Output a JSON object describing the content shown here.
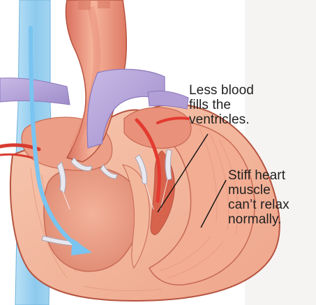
{
  "diagram": {
    "labels": {
      "less_blood": {
        "lines": [
          "Less blood",
          "fills the",
          "ventricles."
        ]
      },
      "stiff_muscle": {
        "lines": [
          "Stiff heart",
          "muscle",
          "can’t relax",
          "normally."
        ]
      }
    },
    "colors": {
      "background": "#ffffff",
      "pale_panel": "#f6f4f3",
      "heart_muscle": "#f3b79c",
      "heart_muscle_dark": "#d9826c",
      "heart_outline": "#b6533f",
      "aorta": "#ef9a82",
      "pulmonary_vessel": "#b6a4d8",
      "vena_cava": "#9fd0ee",
      "blood_flow_arrow": "#79c4f0",
      "oxygenated_blood": "#e53a31",
      "valve": "#e9e8ef",
      "text": "#1f1f1f"
    }
  }
}
